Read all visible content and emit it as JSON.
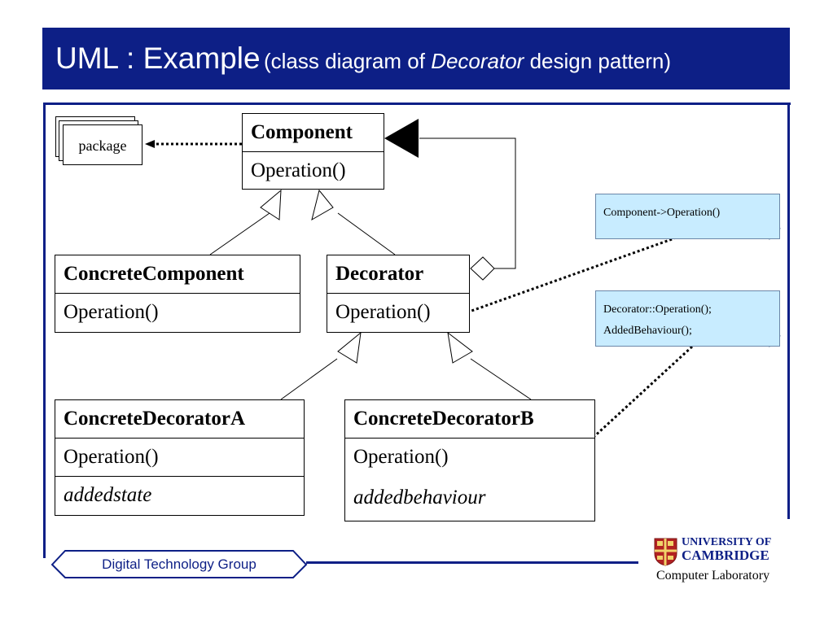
{
  "title": {
    "main": "UML : Example",
    "sub_prefix": "(class diagram of ",
    "sub_em": "Decorator",
    "sub_suffix": " design pattern)"
  },
  "package": {
    "label": "package"
  },
  "classes": {
    "component": {
      "name": "Component",
      "operation": "Operation()"
    },
    "concrete_component": {
      "name": "ConcreteComponent",
      "operation": "Operation()"
    },
    "decorator": {
      "name": "Decorator",
      "operation": "Operation()"
    },
    "concrete_decorator_a": {
      "name": "ConcreteDecoratorA",
      "operation": "Operation()",
      "attribute": "addedstate"
    },
    "concrete_decorator_b": {
      "name": "ConcreteDecoratorB",
      "operation": "Operation()",
      "attribute": "addedbehaviour"
    }
  },
  "notes": {
    "note1": {
      "line1": "Component->Operation()"
    },
    "note2": {
      "line1": "Decorator::Operation();",
      "line2": "AddedBehaviour();"
    }
  },
  "footer": {
    "group": "Digital Technology Group",
    "university_line1": "UNIVERSITY OF",
    "university_line2": "CAMBRIDGE",
    "lab": "Computer Laboratory"
  },
  "colors": {
    "brand_blue": "#0d1f86",
    "note_fill": "#c8ecff"
  }
}
